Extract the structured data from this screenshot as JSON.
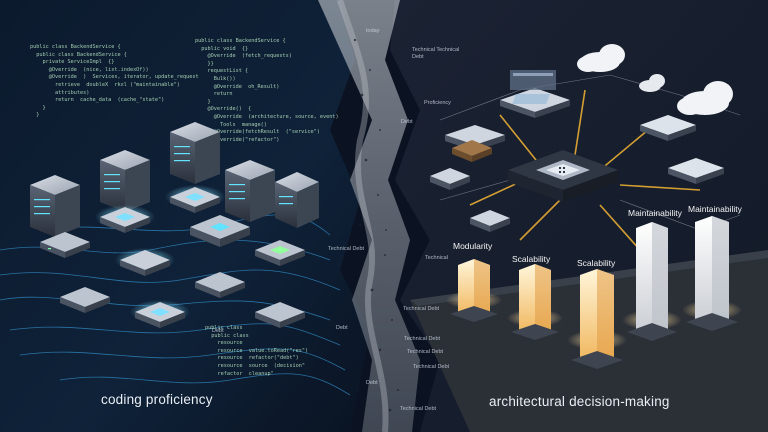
{
  "left_panel": {
    "caption": "coding proficiency",
    "code_snippet_top": "public class BackendService {\n  public class BackendService {\n    private ServiceImpl  {}\n      @Override  (nice, list.indexOf))\n      @Override  )  Services, iterator, update_request\n        retrieve  doubleX  rkxl (\"maintainable\")\n        attributes)\n        return  cache_data  (cache_\"state\")\n    }\n  }",
    "code_snippet_mid": "public class BackendService {\n  public void  {}\n    @Override  (fetch_requests)\n    }}\n    requestList {\n      Bulk())\n      @Override  oh_Result)\n      return  \n    }\n    @Override()  {\n      @Override  (architecture, source, event)\n        Tools  manage()\n      @Override(fetchResult  (\"service\")\n      @Override(\"refactor\")\n    }",
    "code_snippet_bottom": "public class\n  public class\n    resource  \n    resource  value.toRead(\"res\")\n    resource  refactor(\"debt\")\n    resource  source  (decision\"\n    refactor  cleanup\"",
    "debt_label": "Debt"
  },
  "divide": {
    "labels": [
      "today",
      "Technical Technical Debt",
      "Debt",
      "Technical Debt",
      "Technical Debt",
      "Technical Debt",
      "Technical",
      "Debt",
      "Technical Debt",
      "Technical Debt",
      "Debt",
      "Technical Debt",
      "Proficiency"
    ]
  },
  "right_panel": {
    "caption": "architectural decision-making",
    "pillars": [
      "Modularity",
      "Scalability",
      "Scalability",
      "Maintainability",
      "Maintainability"
    ]
  },
  "colors": {
    "background": "#0b1322",
    "code_glow": "#3fb6ff",
    "server_led": "#62e3ff",
    "arrow_gold": "#f5b533",
    "pillar_glow": "#ffe2a3",
    "divide_gray": "#8b929c"
  }
}
